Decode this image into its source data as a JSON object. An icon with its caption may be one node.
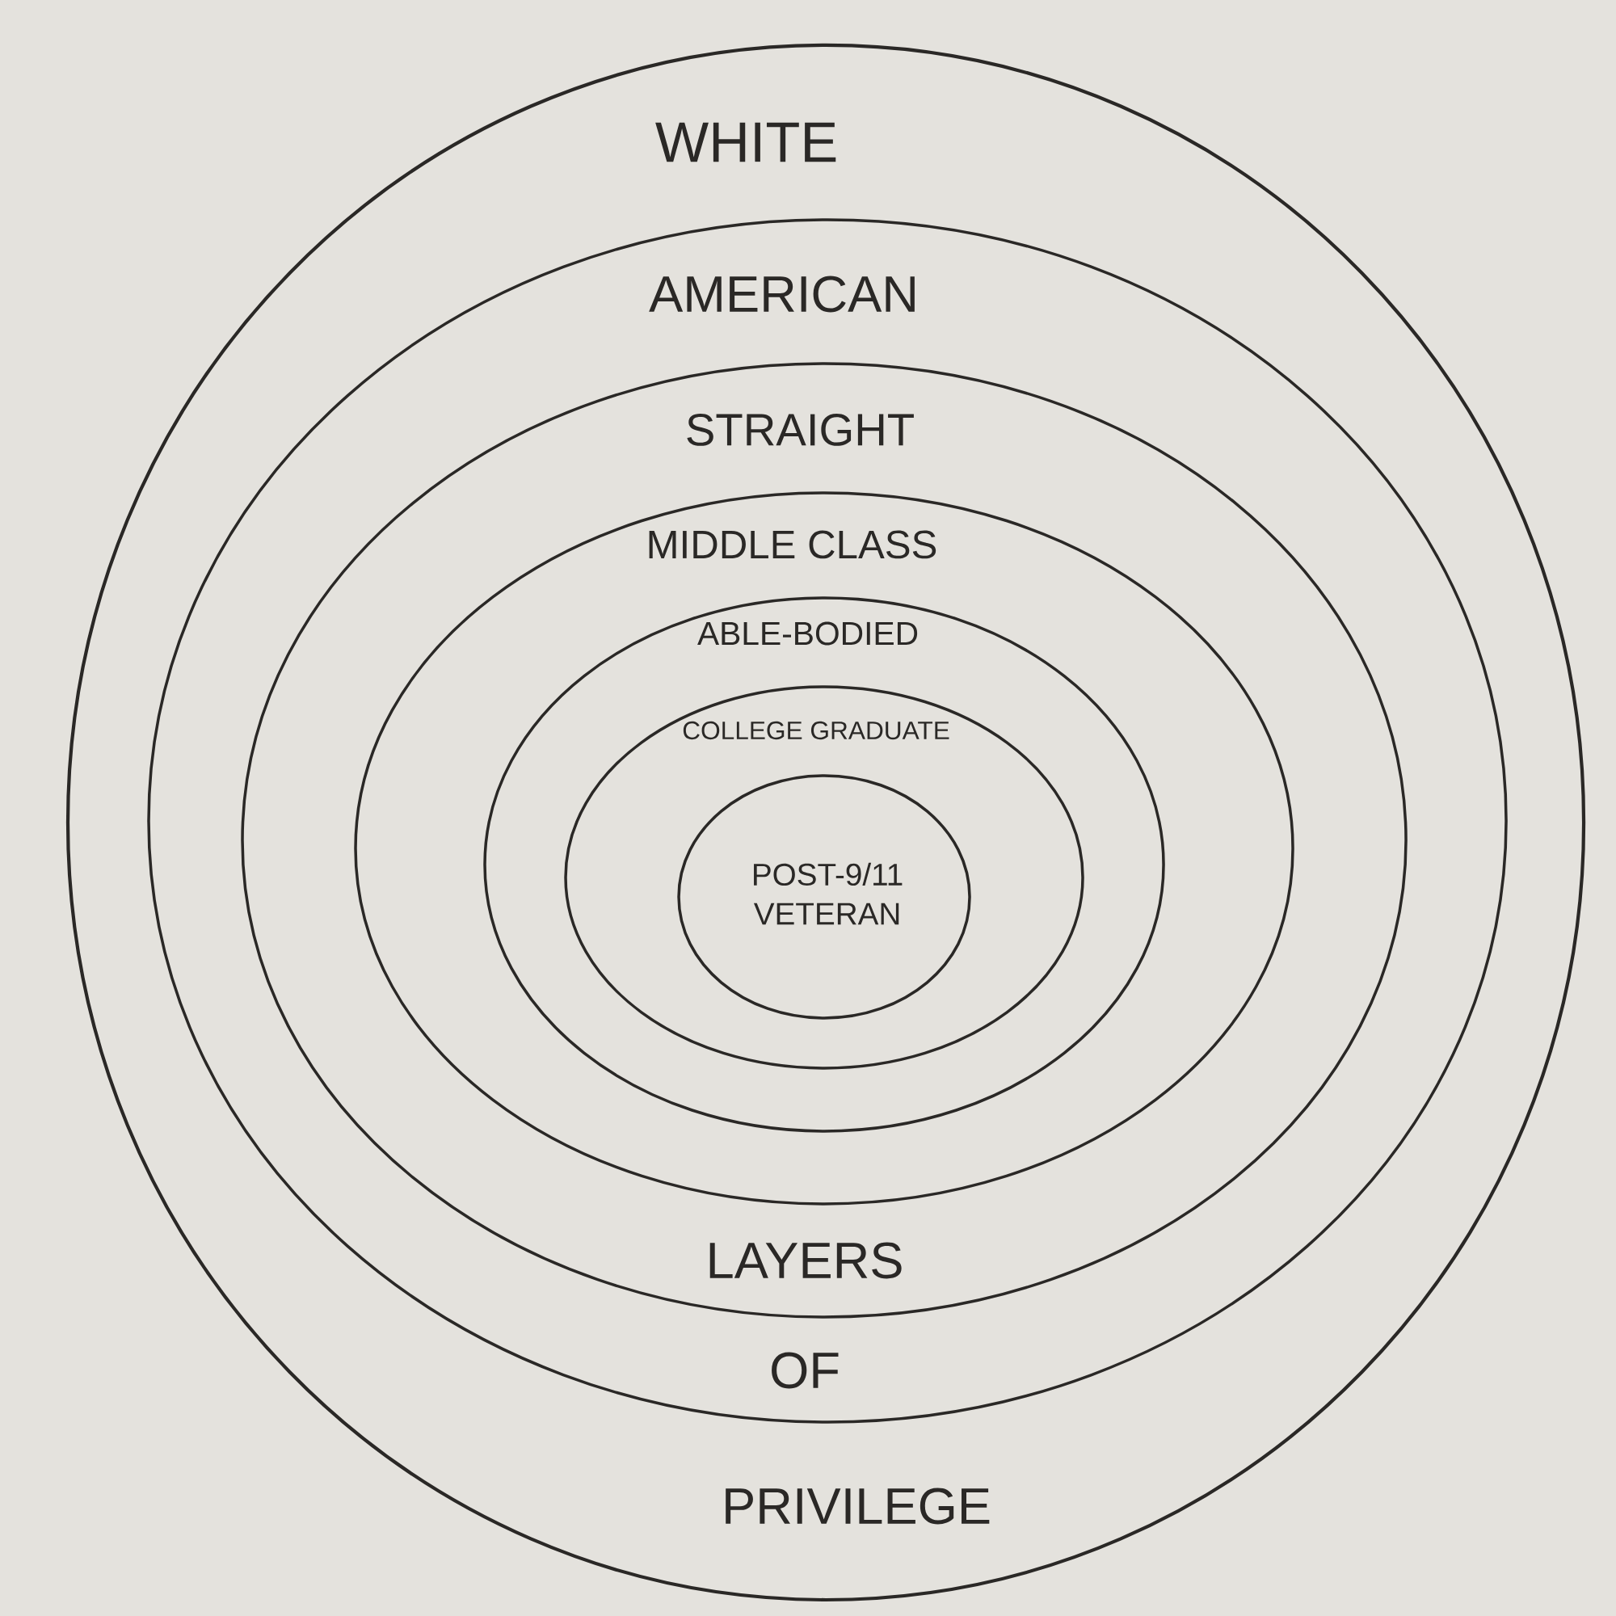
{
  "diagram": {
    "nodes": [
      {
        "text": [
          "WHITE"
        ]
      },
      {
        "text": [
          "AMERICAN"
        ],
        "in": 0
      },
      {
        "text": [
          "STRAIGHT"
        ],
        "in": 1
      },
      {
        "text": [
          "MIDDLE CLASS"
        ],
        "in": 2
      },
      {
        "text": [
          "ABLE-BODIED"
        ],
        "in": 3
      },
      {
        "text": [
          "COLLEGE GRADUATE"
        ],
        "in": 4
      },
      {
        "text": [
          "POST-9/11 VETERAN"
        ],
        "in": 5
      }
    ],
    "labels": [
      "LAYERS",
      "OF",
      "PRIVILEGE"
    ]
  }
}
